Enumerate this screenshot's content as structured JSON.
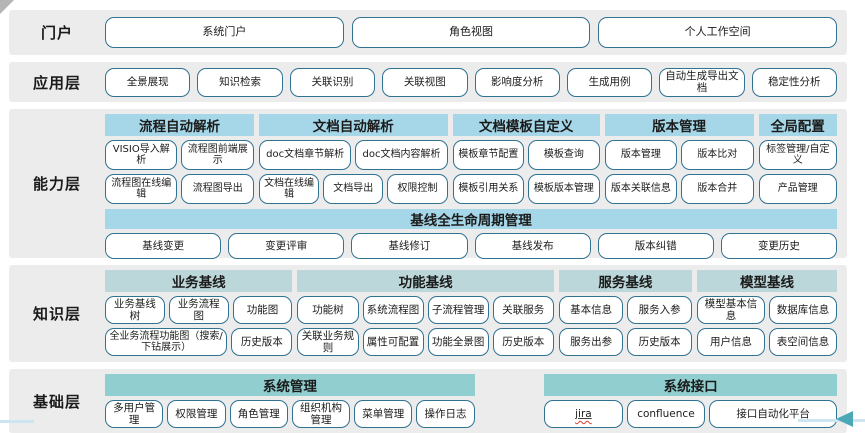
{
  "colors": {
    "button_border": "#2f7291",
    "capability_header": "#a6d7e8",
    "knowledge_header": "#bcd7da",
    "foundation_header": "#90cecf",
    "band_background": "#ececec",
    "arrow_teal": "#4ba9b7",
    "line_light_blue": "#cde5f0"
  },
  "layers": {
    "portal": {
      "label": "门户",
      "buttons": [
        "系统门户",
        "角色视图",
        "个人工作空间"
      ]
    },
    "application": {
      "label": "应用层",
      "buttons": [
        "全景展现",
        "知识检索",
        "关联识别",
        "关联视图",
        "影响度分析",
        "生成用例",
        "自动生成导出文档",
        "稳定性分析"
      ]
    },
    "capability": {
      "label": "能力层",
      "groups": [
        {
          "key": "process",
          "title": "流程自动解析",
          "rows": [
            [
              "VISIO导入解析",
              "流程图前端展示"
            ],
            [
              "流程图在线编辑",
              "流程图导出"
            ]
          ]
        },
        {
          "key": "doc",
          "title": "文档自动解析",
          "rows": [
            [
              "doc文档章节解析",
              "doc文档内容解析"
            ],
            [
              "文档在线编辑",
              "文档导出",
              "权限控制"
            ]
          ]
        },
        {
          "key": "template",
          "title": "文档模板自定义",
          "rows": [
            [
              "模板章节配置",
              "模板查询"
            ],
            [
              "模板引用关系",
              "模板版本管理"
            ]
          ]
        },
        {
          "key": "version",
          "title": "版本管理",
          "rows": [
            [
              "版本管理",
              "版本比对"
            ],
            [
              "版本关联信息",
              "版本合并"
            ]
          ]
        },
        {
          "key": "global",
          "title": "全局配置",
          "rows": [
            [
              "标签管理/自定义"
            ],
            [
              "产品管理"
            ]
          ]
        }
      ],
      "baseline": {
        "title": "基线全生命周期管理",
        "buttons": [
          "基线变更",
          "变更评审",
          "基线修订",
          "基线发布",
          "版本纠错",
          "变更历史"
        ]
      }
    },
    "knowledge": {
      "label": "知识层",
      "groups": [
        {
          "key": "biz",
          "title": "业务基线",
          "rows": [
            [
              "业务基线树",
              "业务流程图",
              "功能图"
            ],
            [
              "全业务流程功能图（搜索/下钻展示）",
              "历史版本"
            ]
          ]
        },
        {
          "key": "func",
          "title": "功能基线",
          "rows": [
            [
              "功能树",
              "系统流程图",
              "子流程管理",
              "关联服务"
            ],
            [
              "关联业务规则",
              "属性可配置",
              "功能全景图",
              "历史版本"
            ]
          ]
        },
        {
          "key": "svc",
          "title": "服务基线",
          "rows": [
            [
              "基本信息",
              "服务入参"
            ],
            [
              "服务出参",
              "历史版本"
            ]
          ]
        },
        {
          "key": "model",
          "title": "模型基线",
          "rows": [
            [
              "模型基本信息",
              "数据库信息"
            ],
            [
              "用户信息",
              "表空间信息"
            ]
          ]
        }
      ]
    },
    "foundation": {
      "label": "基础层",
      "groups": [
        {
          "key": "sysmgmt",
          "title": "系统管理",
          "rows": [
            [
              "多用户管理",
              "权限管理",
              "角色管理",
              "组织机构管理",
              "菜单管理",
              "操作日志"
            ]
          ]
        },
        {
          "key": "sysif",
          "title": "系统接口",
          "rows": [
            [
              {
                "label": "jira",
                "variant": "link-spellcheck"
              },
              "confluence",
              "接口自动化平台"
            ]
          ]
        }
      ]
    }
  }
}
